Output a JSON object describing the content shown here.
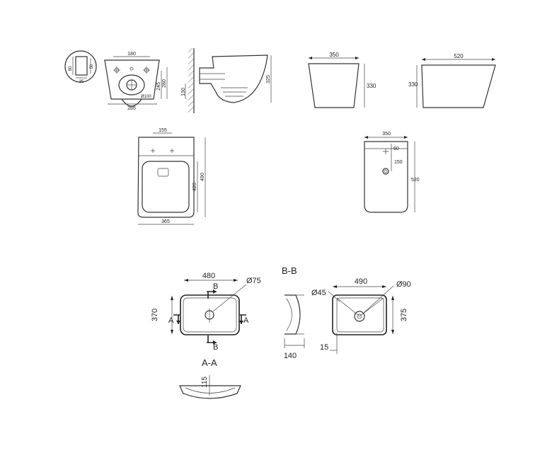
{
  "toilet_views": {
    "plan_small": {
      "dims": [
        "80",
        "50",
        "35"
      ]
    },
    "top": {
      "width_top": "180",
      "depth": "245",
      "total": "280",
      "bottom_width": "285",
      "outlet": "Ø100"
    },
    "side": {
      "outlet_height": "130",
      "height": "325"
    },
    "front": {
      "width": "350",
      "height": "330"
    },
    "profile": {
      "length": "520",
      "height": "330"
    },
    "plan_large": {
      "bolt_spacing": "155",
      "seat": "420",
      "length": "490",
      "width": "365"
    },
    "back": {
      "width": "350",
      "d1": "60",
      "d2": "150",
      "height": "520"
    }
  },
  "basin_views": {
    "plan": {
      "width": "480",
      "hole": "Ø75",
      "height": "370",
      "cut_a": "A",
      "cut_b": "B"
    },
    "section_bb": {
      "title": "B-B",
      "depth": "140"
    },
    "section_aa": {
      "title": "A-A",
      "depth": "115"
    },
    "top": {
      "width": "490",
      "drain": "Ø90",
      "tap": "Ø45",
      "height": "375",
      "offset": "15"
    }
  }
}
